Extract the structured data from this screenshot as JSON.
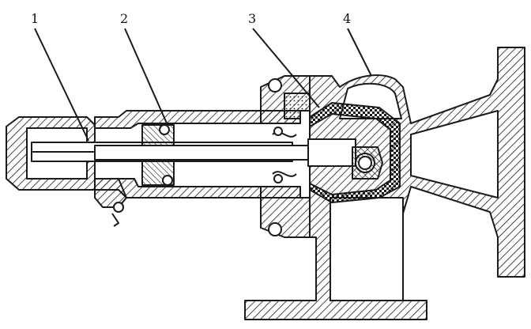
{
  "callouts": {
    "c1": "1",
    "c2": "2",
    "c3": "3",
    "c4": "4"
  },
  "colors": {
    "ink": "#1a1a1a",
    "hatch": "#1a1a1a",
    "paper": "#ffffff"
  }
}
